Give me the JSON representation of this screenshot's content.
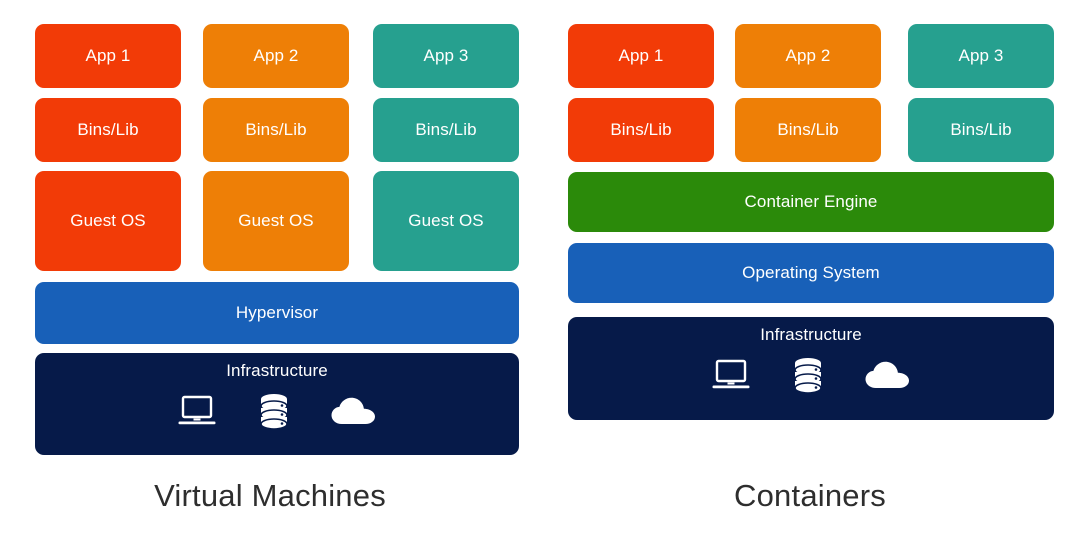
{
  "diagram": {
    "title_left": "Virtual Machines",
    "title_right": "Containers",
    "colors": {
      "red": "#F23B07",
      "orange": "#EE7F06",
      "teal": "#26A08F",
      "blue": "#1860B8",
      "green": "#2B8A0A",
      "navy": "#061A49",
      "text_on_fill": "#FFFFFF",
      "caption_text": "#2E2E2E",
      "background": "#FFFFFF"
    },
    "icons": [
      "laptop-icon",
      "database-icon",
      "cloud-icon"
    ]
  },
  "vm": {
    "apps": [
      {
        "label": "App 1",
        "color": "#F23B07"
      },
      {
        "label": "App 2",
        "color": "#EE7F06"
      },
      {
        "label": "App 3",
        "color": "#26A08F"
      }
    ],
    "bins": [
      {
        "label": "Bins/Lib",
        "color": "#F23B07"
      },
      {
        "label": "Bins/Lib",
        "color": "#EE7F06"
      },
      {
        "label": "Bins/Lib",
        "color": "#26A08F"
      }
    ],
    "guest_os": [
      {
        "label": "Guest OS",
        "color": "#F23B07"
      },
      {
        "label": "Guest OS",
        "color": "#EE7F06"
      },
      {
        "label": "Guest OS",
        "color": "#26A08F"
      }
    ],
    "hypervisor": {
      "label": "Hypervisor",
      "color": "#1860B8"
    },
    "infrastructure": {
      "label": "Infrastructure",
      "color": "#061A49"
    }
  },
  "containers": {
    "apps": [
      {
        "label": "App 1",
        "color": "#F23B07"
      },
      {
        "label": "App 2",
        "color": "#EE7F06"
      },
      {
        "label": "App 3",
        "color": "#26A08F"
      }
    ],
    "bins": [
      {
        "label": "Bins/Lib",
        "color": "#F23B07"
      },
      {
        "label": "Bins/Lib",
        "color": "#EE7F06"
      },
      {
        "label": "Bins/Lib",
        "color": "#26A08F"
      }
    ],
    "engine": {
      "label": "Container Engine",
      "color": "#2B8A0A"
    },
    "operating_system": {
      "label": "Operating System",
      "color": "#1860B8"
    },
    "infrastructure": {
      "label": "Infrastructure",
      "color": "#061A49"
    }
  }
}
